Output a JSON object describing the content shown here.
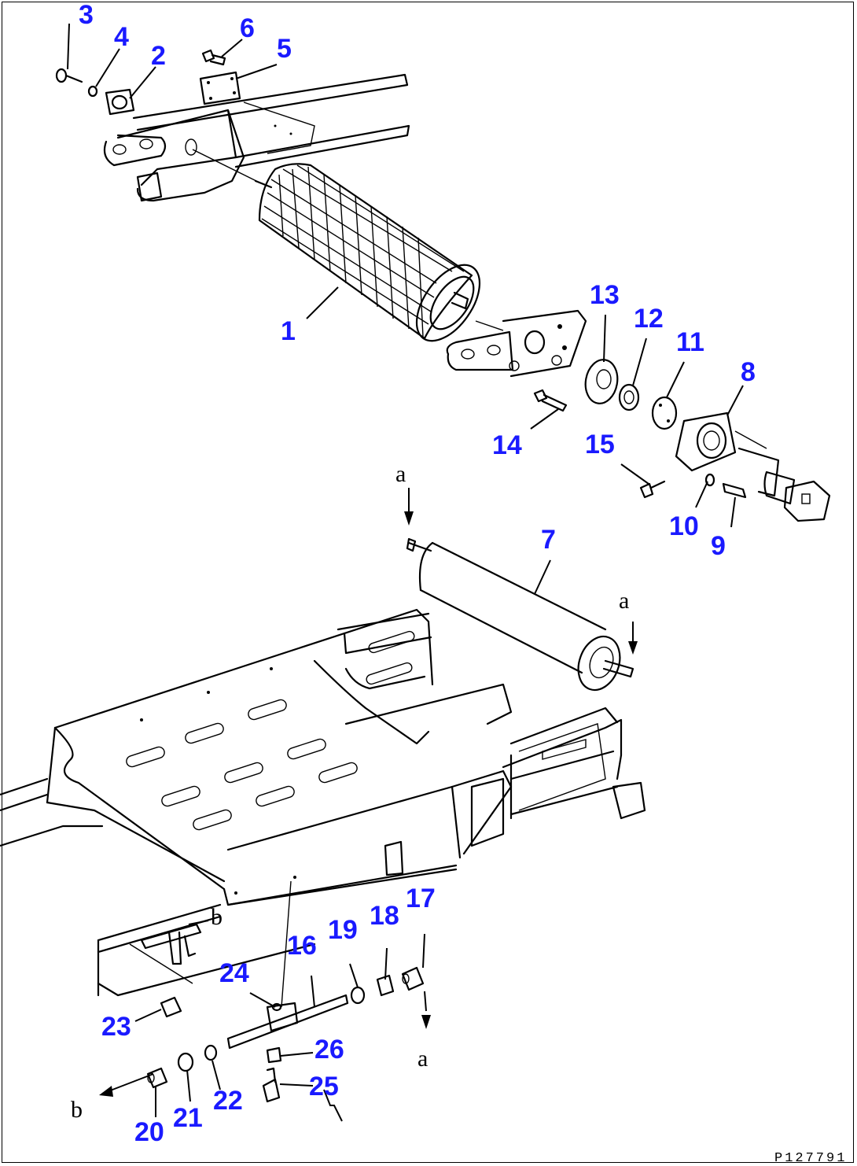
{
  "diagram": {
    "parts": [
      {
        "id": "p1",
        "label": "1"
      },
      {
        "id": "p2",
        "label": "2"
      },
      {
        "id": "p3",
        "label": "3"
      },
      {
        "id": "p4",
        "label": "4"
      },
      {
        "id": "p5",
        "label": "5"
      },
      {
        "id": "p6",
        "label": "6"
      },
      {
        "id": "p7",
        "label": "7"
      },
      {
        "id": "p8",
        "label": "8"
      },
      {
        "id": "p9",
        "label": "9"
      },
      {
        "id": "p10",
        "label": "10"
      },
      {
        "id": "p11",
        "label": "11"
      },
      {
        "id": "p12",
        "label": "12"
      },
      {
        "id": "p13",
        "label": "13"
      },
      {
        "id": "p14",
        "label": "14"
      },
      {
        "id": "p15",
        "label": "15"
      },
      {
        "id": "p16",
        "label": "16"
      },
      {
        "id": "p17",
        "label": "17"
      },
      {
        "id": "p18",
        "label": "18"
      },
      {
        "id": "p19",
        "label": "19"
      },
      {
        "id": "p20",
        "label": "20"
      },
      {
        "id": "p21",
        "label": "21"
      },
      {
        "id": "p22",
        "label": "22"
      },
      {
        "id": "p23",
        "label": "23"
      },
      {
        "id": "p24",
        "label": "24"
      },
      {
        "id": "p25",
        "label": "25"
      },
      {
        "id": "p26",
        "label": "26"
      }
    ],
    "refs": {
      "a": "a",
      "b": "b"
    },
    "drawing_code": "P127791",
    "label_color": "#1a1aff"
  }
}
